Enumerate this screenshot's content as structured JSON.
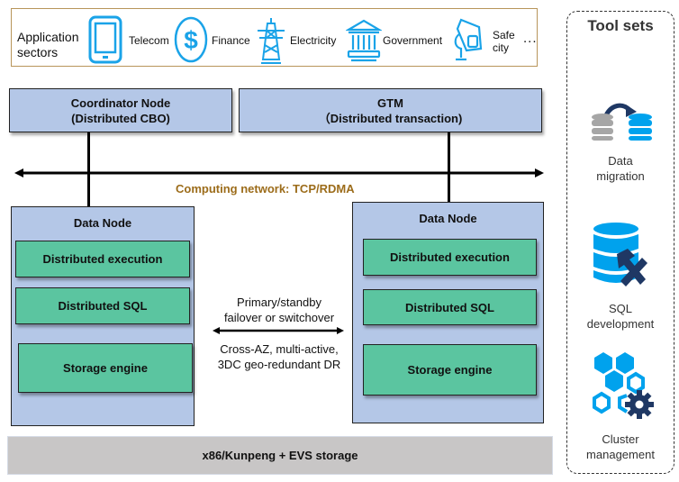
{
  "sectors": {
    "title_line1": "Application",
    "title_line2": "sectors",
    "items": [
      {
        "label": "Telecom",
        "icon": "tablet-icon"
      },
      {
        "label": "Finance",
        "icon": "dollar-icon"
      },
      {
        "label": "Electricity",
        "icon": "power-tower-icon"
      },
      {
        "label": "Government",
        "icon": "government-building-icon"
      },
      {
        "label_line1": "Safe",
        "label_line2": "city",
        "icon": "surveillance-camera-icon"
      }
    ],
    "more": "..."
  },
  "coordinator": {
    "line1": "Coordinator Node",
    "line2": "(Distributed CBO)"
  },
  "gtm": {
    "line1": "GTM",
    "line2": "（Distributed transaction)"
  },
  "network": {
    "label": "Computing network: TCP/RDMA"
  },
  "data_nodes": [
    {
      "title": "Data Node",
      "modules": [
        "Distributed execution",
        "Distributed SQL",
        "Storage engine"
      ]
    },
    {
      "title": "Data Node",
      "modules": [
        "Distributed execution",
        "Distributed SQL",
        "Storage engine"
      ]
    }
  ],
  "replication": {
    "top_line1": "Primary/standby",
    "top_line2": "failover or switchover",
    "bottom_line1": "Cross-AZ, multi-active,",
    "bottom_line2": "3DC geo-redundant DR"
  },
  "base": {
    "label": "x86/Kunpeng + EVS storage"
  },
  "toolsets": {
    "title": "Tool sets",
    "items": [
      {
        "line1": "Data",
        "line2": "migration",
        "icon": "data-migration-icon"
      },
      {
        "line1": "SQL",
        "line2": "development",
        "icon": "sql-development-icon"
      },
      {
        "line1": "Cluster",
        "line2": "management",
        "icon": "cluster-management-icon"
      }
    ]
  },
  "colors": {
    "node_blue": "#b4c7e7",
    "module_green": "#5bc5a0",
    "network_label": "#9c6c1a",
    "icon_blue": "#1aa3e8",
    "base_gray": "#c8c6c6"
  }
}
